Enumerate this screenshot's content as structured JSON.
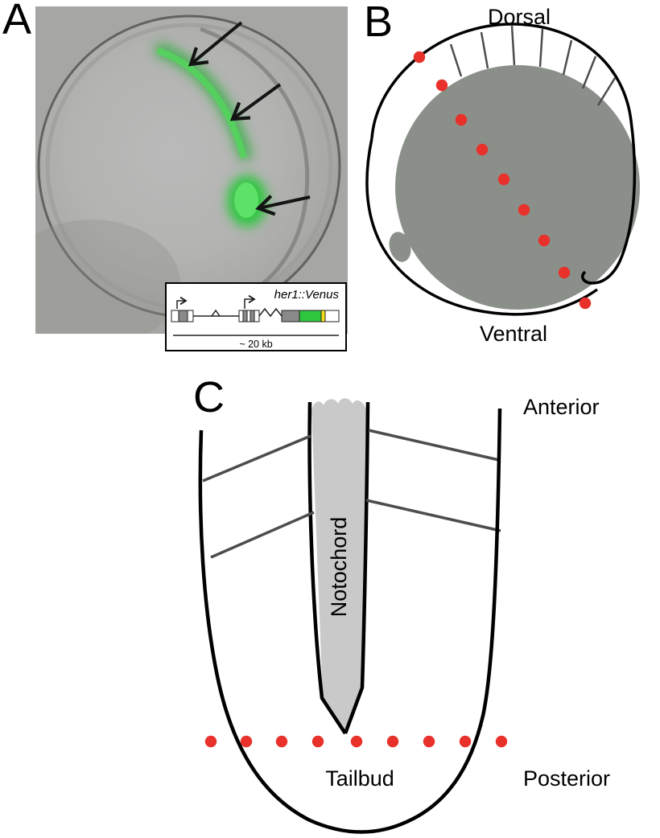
{
  "figure": {
    "colors": {
      "red_dot": "#e8312a",
      "body_gray": "#8a9089",
      "somite_line": "#4d4d4d",
      "outline_black": "#000000",
      "notochord_gray": "#c9c9c9",
      "venus_green": "#2fc63f",
      "construct_gray": "#8a8a8a",
      "yellow_marker": "#f2df1c"
    },
    "panel_a": {
      "label": "A",
      "inset": {
        "title": "her1::Venus",
        "scale": "~ 20 kb"
      }
    },
    "panel_b": {
      "label": "B",
      "dorsal": "Dorsal",
      "ventral": "Ventral"
    },
    "panel_c": {
      "label": "C",
      "anterior": "Anterior",
      "posterior": "Posterior",
      "notochord": "Notochord",
      "tailbud": "Tailbud"
    }
  }
}
